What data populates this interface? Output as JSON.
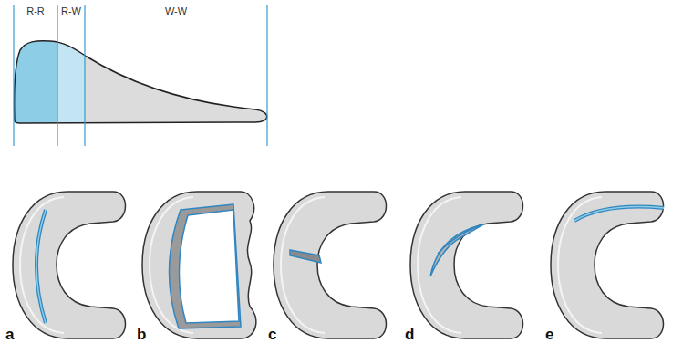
{
  "diagram": {
    "labels": [
      "R-R",
      "R-W",
      "W-W",
      "a",
      "b",
      "c",
      "d",
      "e"
    ]
  }
}
